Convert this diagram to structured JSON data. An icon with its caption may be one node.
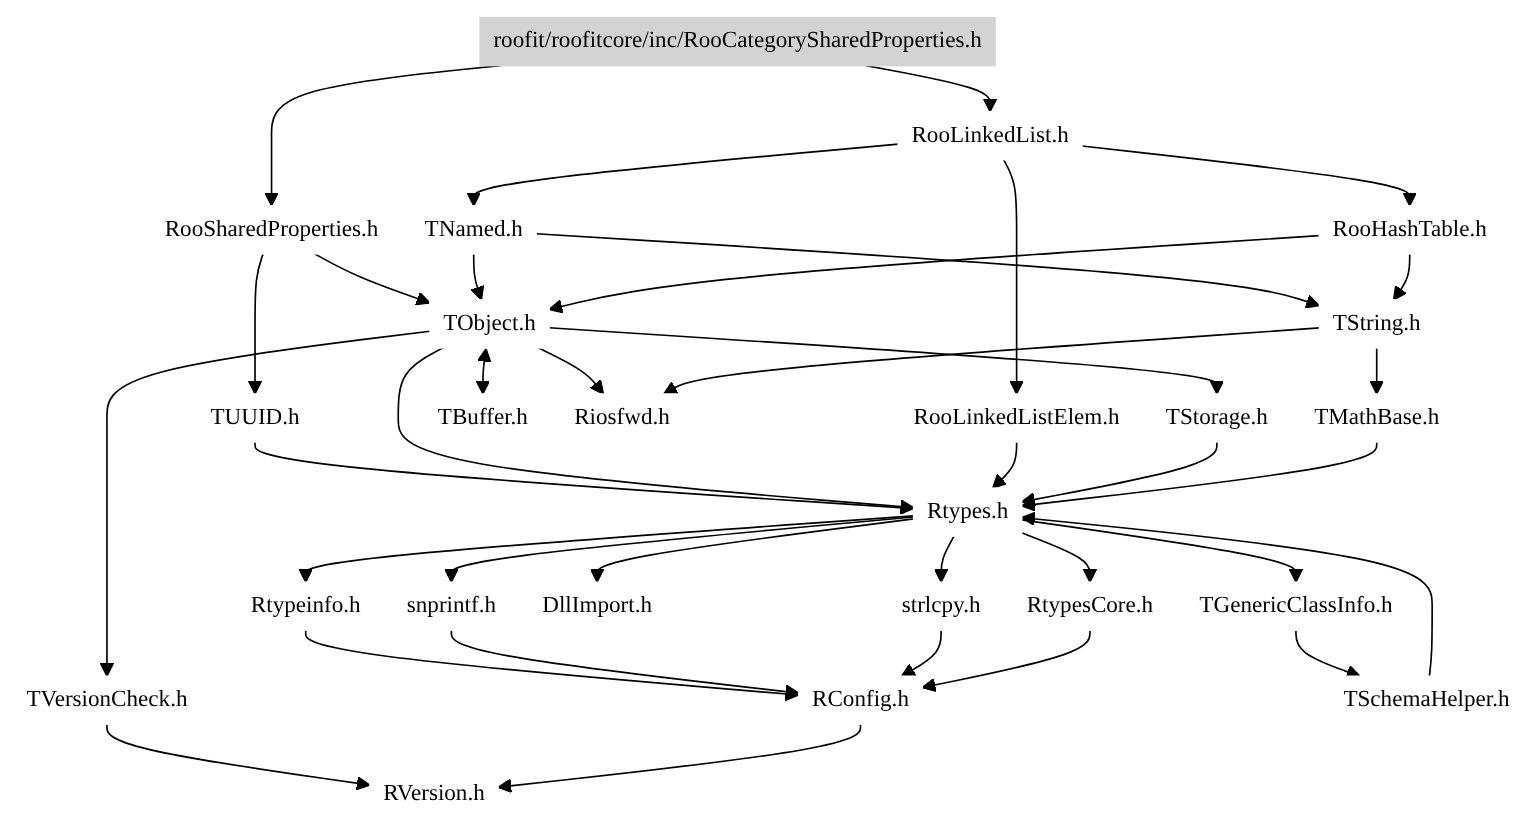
{
  "diagram": {
    "nodes": [
      {
        "text": [
          "roofit/roofitcore/inc/RooCategorySharedProperties.h"
        ]
      },
      {
        "text": [
          "RooLinkedList.h"
        ]
      },
      {
        "text": [
          "RooSharedProperties.h"
        ]
      },
      {
        "text": [
          "TNamed.h"
        ]
      },
      {
        "text": [
          "RooHashTable.h"
        ]
      },
      {
        "text": [
          "TUUID.h"
        ]
      },
      {
        "text": [
          "TObject.h"
        ]
      },
      {
        "text": [
          "TString.h"
        ]
      },
      {
        "text": [
          "RooLinkedListElem.h"
        ]
      },
      {
        "text": [
          "TStorage.h"
        ]
      },
      {
        "text": [
          "TBuffer.h"
        ]
      },
      {
        "text": [
          "Riosfwd.h"
        ]
      },
      {
        "text": [
          "TMathBase.h"
        ]
      },
      {
        "text": [
          "TVersionCheck.h"
        ]
      },
      {
        "text": [
          "Rtypes.h"
        ]
      },
      {
        "text": [
          "Rtypeinfo.h"
        ]
      },
      {
        "text": [
          "snprintf.h"
        ]
      },
      {
        "text": [
          "strlcpy.h"
        ]
      },
      {
        "text": [
          "DllImport.h"
        ]
      },
      {
        "text": [
          "RtypesCore.h"
        ]
      },
      {
        "text": [
          "TGenericClassInfo.h"
        ]
      },
      {
        "text": [
          "RConfig.h"
        ]
      },
      {
        "text": [
          "TSchemaHelper.h"
        ]
      },
      {
        "text": [
          "RVersion.h"
        ]
      }
    ],
    "edges": [
      {
        "from": 0,
        "to": 1,
        "arrow": "to"
      },
      {
        "from": 0,
        "to": 2,
        "arrow": "to"
      },
      {
        "from": 1,
        "to": 3,
        "arrow": "to"
      },
      {
        "from": 1,
        "to": 4,
        "arrow": "to"
      },
      {
        "from": 1,
        "to": 8,
        "arrow": "to"
      },
      {
        "from": 2,
        "to": 5,
        "arrow": "to"
      },
      {
        "from": 2,
        "to": 6,
        "arrow": "to"
      },
      {
        "from": 3,
        "to": 6,
        "arrow": "to"
      },
      {
        "from": 3,
        "to": 7,
        "arrow": "to"
      },
      {
        "from": 4,
        "to": 6,
        "arrow": "to"
      },
      {
        "from": 4,
        "to": 7,
        "arrow": "to"
      },
      {
        "from": 5,
        "to": 14,
        "arrow": "to"
      },
      {
        "from": 6,
        "to": 13,
        "arrow": "to"
      },
      {
        "from": 6,
        "to": 9,
        "arrow": "to"
      },
      {
        "from": 6,
        "to": 10,
        "arrow": "both"
      },
      {
        "from": 6,
        "to": 11,
        "arrow": "to"
      },
      {
        "from": 6,
        "to": 14,
        "arrow": "to"
      },
      {
        "from": 7,
        "to": 11,
        "arrow": "to"
      },
      {
        "from": 7,
        "to": 12,
        "arrow": "to"
      },
      {
        "from": 8,
        "to": 14,
        "arrow": "to"
      },
      {
        "from": 9,
        "to": 14,
        "arrow": "to"
      },
      {
        "from": 12,
        "to": 14,
        "arrow": "to"
      },
      {
        "from": 13,
        "to": 23,
        "arrow": "to"
      },
      {
        "from": 14,
        "to": 15,
        "arrow": "to"
      },
      {
        "from": 14,
        "to": 16,
        "arrow": "to"
      },
      {
        "from": 14,
        "to": 17,
        "arrow": "to"
      },
      {
        "from": 14,
        "to": 18,
        "arrow": "to"
      },
      {
        "from": 14,
        "to": 19,
        "arrow": "to"
      },
      {
        "from": 14,
        "to": 20,
        "arrow": "to"
      },
      {
        "from": 15,
        "to": 21,
        "arrow": "to"
      },
      {
        "from": 16,
        "to": 21,
        "arrow": "to"
      },
      {
        "from": 17,
        "to": 21,
        "arrow": "to"
      },
      {
        "from": 19,
        "to": 21,
        "arrow": "to"
      },
      {
        "from": 20,
        "to": 22,
        "arrow": "to"
      },
      {
        "from": 22,
        "to": 14,
        "arrow": "to"
      },
      {
        "from": 21,
        "to": 23,
        "arrow": "to"
      }
    ]
  }
}
